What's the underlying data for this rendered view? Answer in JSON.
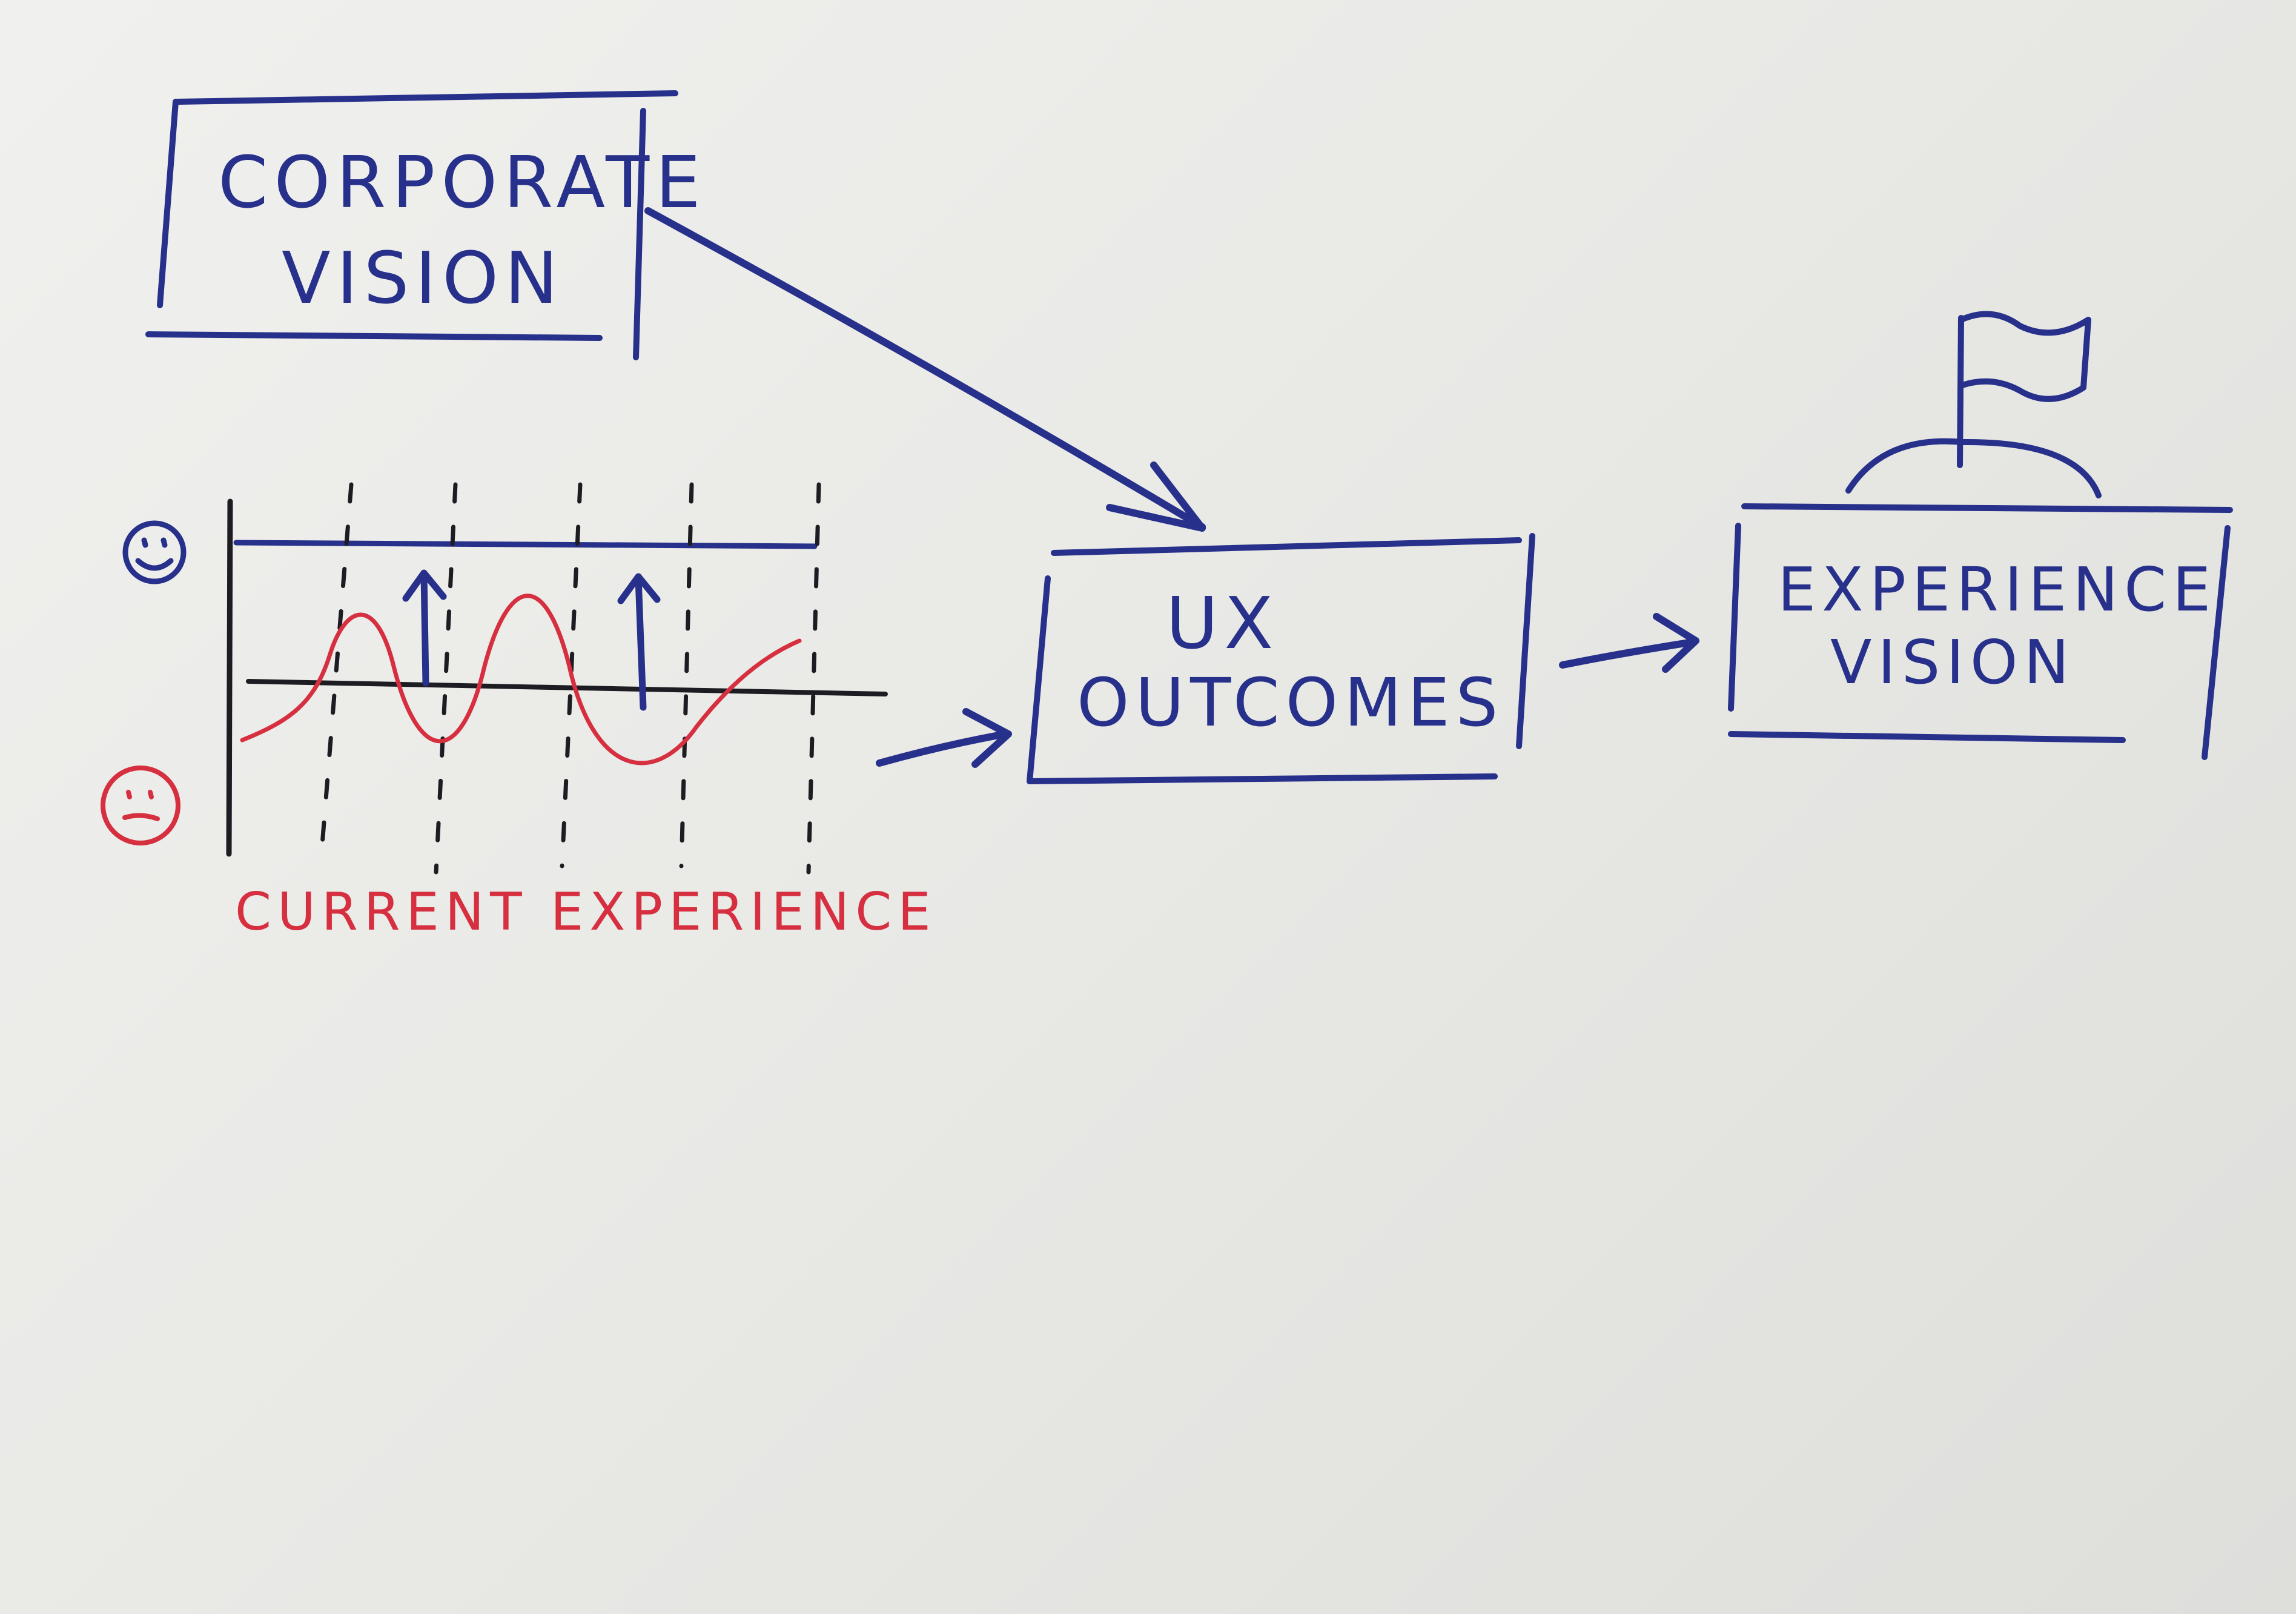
{
  "colors": {
    "ink_blue": "#27308a",
    "ink_red": "#d62f3f",
    "ink_black": "#1c1c22",
    "paper": "#ecece9"
  },
  "boxes": {
    "corporate_vision": {
      "line1": "CORPORATE",
      "line2": "VISION"
    },
    "ux_outcomes": {
      "line1": "UX",
      "line2": "OUTCOMES"
    },
    "experience_vision": {
      "line1": "EXPERIENCE",
      "line2": "VISION"
    }
  },
  "current_experience": {
    "label": "CURRENT EXPERIENCE",
    "happy_icon": "happy-face-icon",
    "sad_icon": "sad-face-icon"
  },
  "icons": {
    "goal": "flag-icon"
  }
}
